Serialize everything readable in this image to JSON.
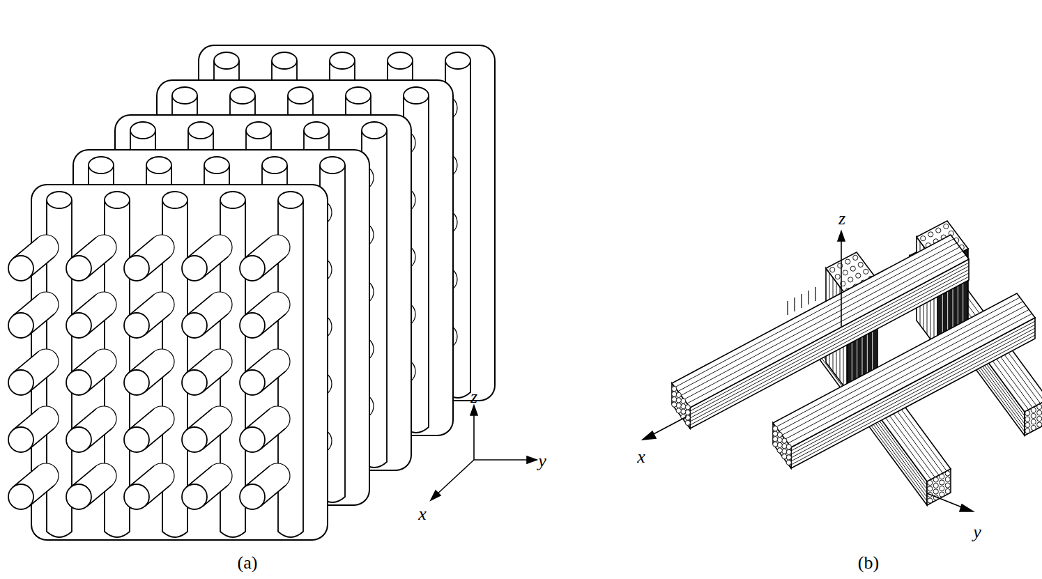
{
  "diagram": {
    "labels": [
      "z",
      "y",
      "x",
      "(a)",
      "z",
      "x",
      "y",
      "(b)"
    ]
  }
}
